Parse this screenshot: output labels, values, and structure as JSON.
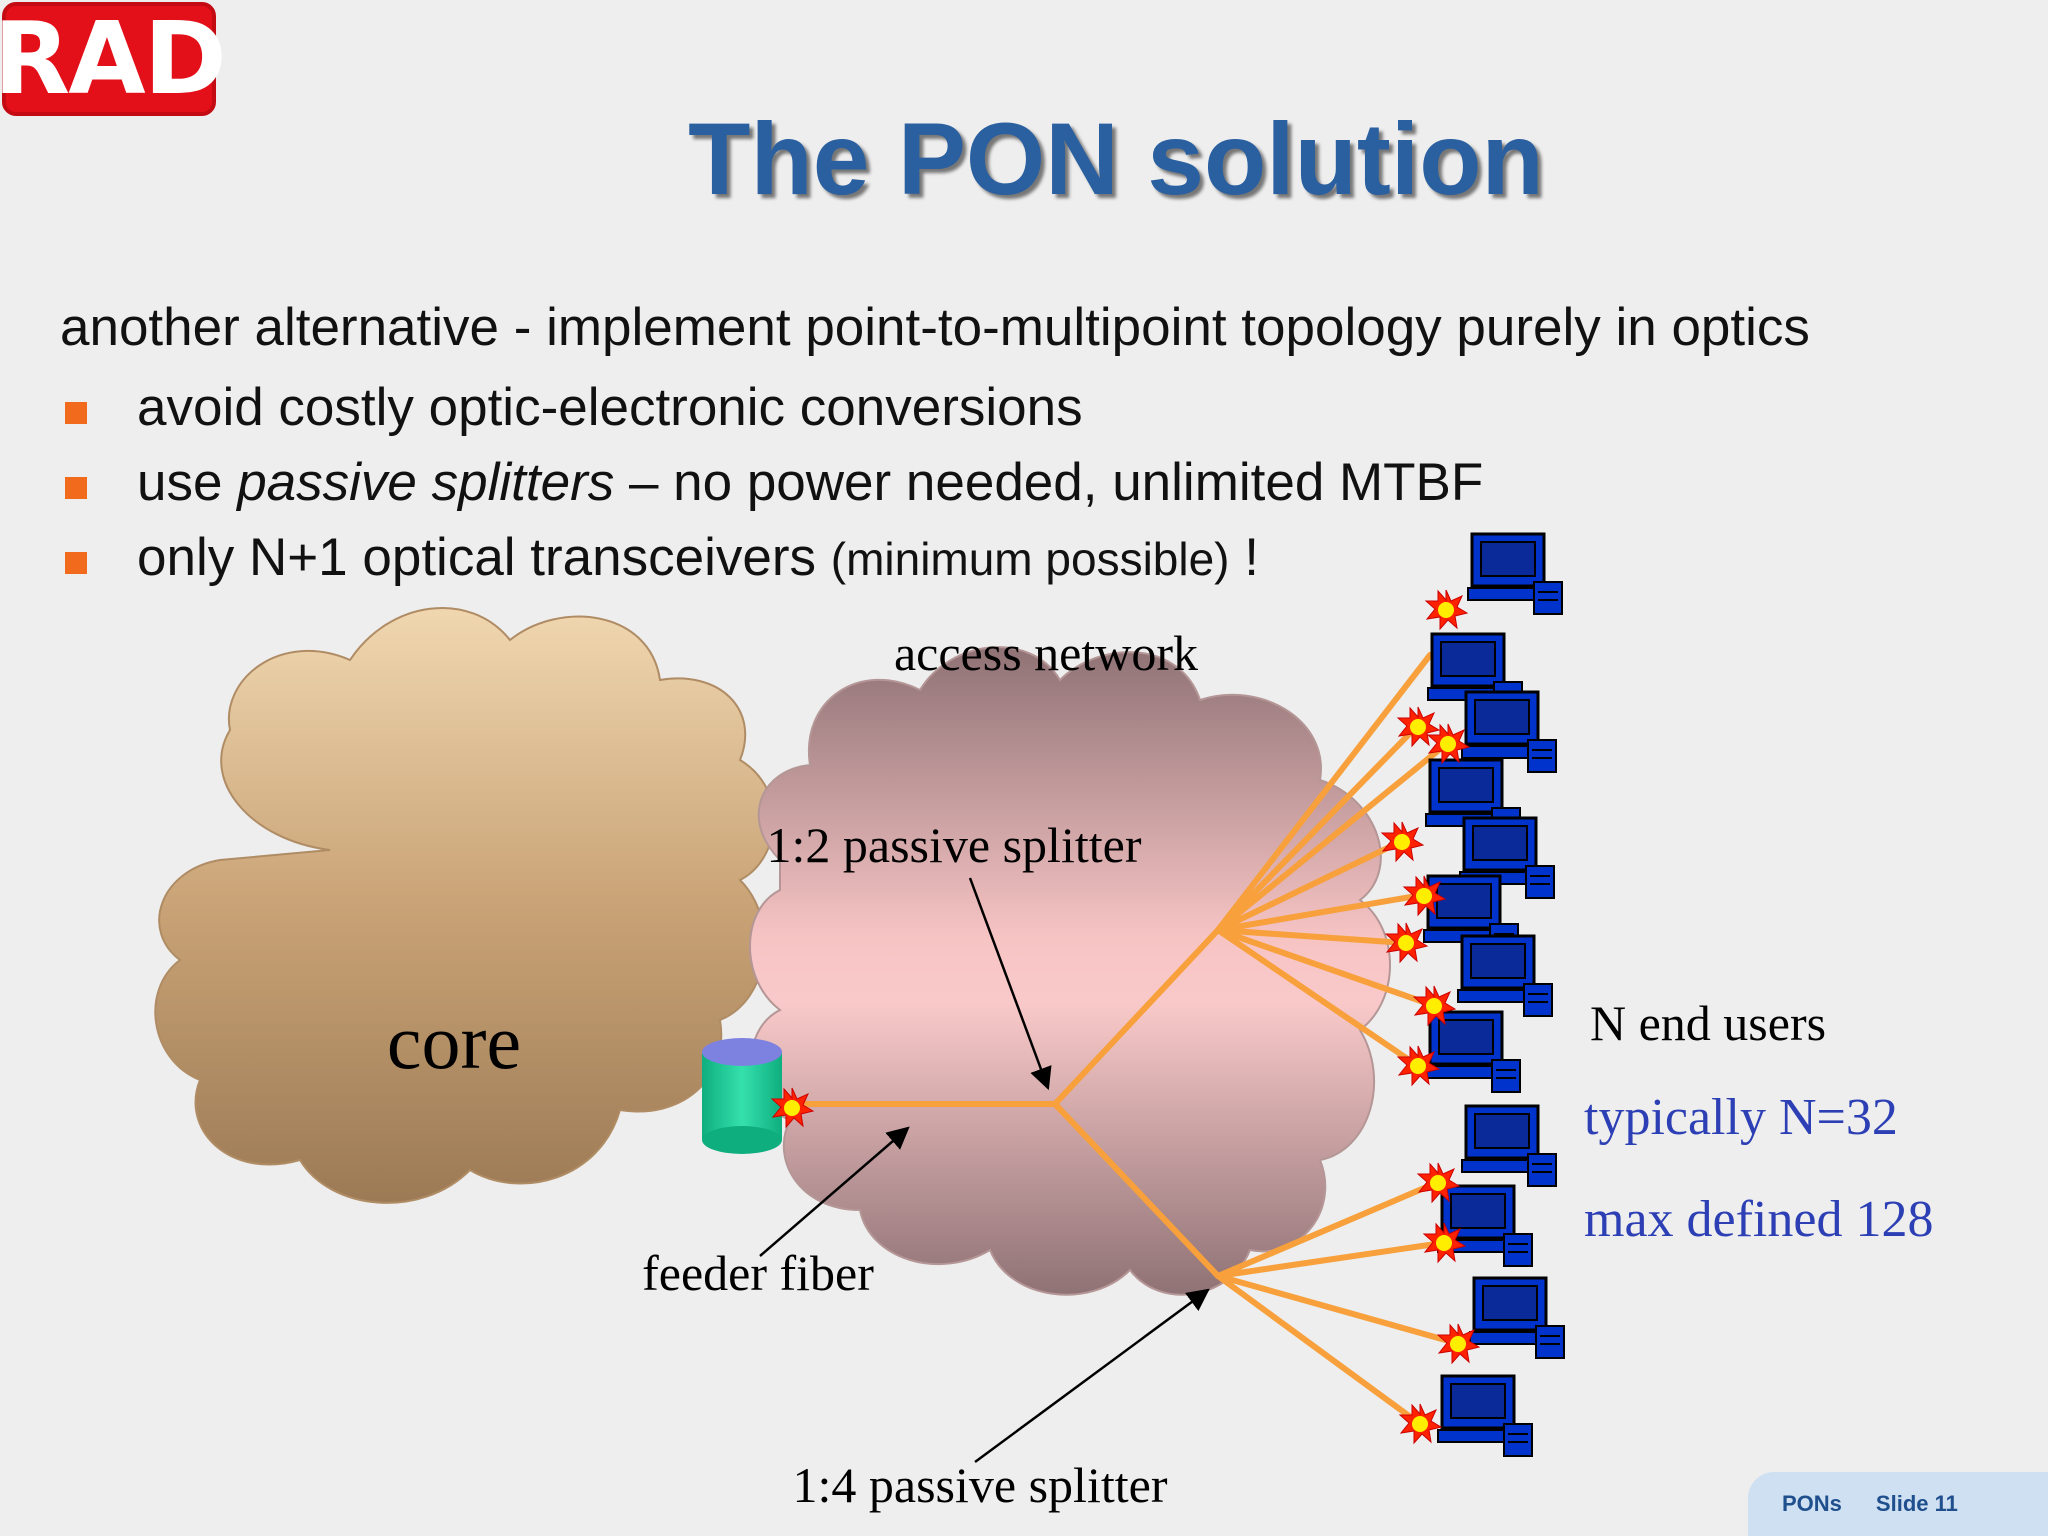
{
  "logo": "RAD",
  "title": "The PON solution",
  "intro": "another alternative - implement point-to-multipoint topology purely in optics",
  "bullets": [
    {
      "text": "avoid costly optic-electronic conversions"
    },
    {
      "pre": "use ",
      "italic": "passive splitters",
      "post": " – no power needed, unlimited MTBF"
    },
    {
      "pre": "only N+1 optical transceivers ",
      "small": "(minimum possible)",
      "post": " !"
    }
  ],
  "diagram": {
    "core_label": "core",
    "access_network_label": "access network",
    "splitter_1_2_label": "1:2 passive splitter",
    "splitter_1_4_label": "1:4 passive splitter",
    "feeder_label": "feeder fiber",
    "end_users_label": "N end users",
    "typical_label": "typically N=32",
    "max_label": "max defined 128"
  },
  "colors": {
    "title": "#2a5fa0",
    "bullet": "#f26a1b",
    "fiber": "#f7a03c",
    "note_blue": "#2c3fb5",
    "logo_red": "#e3101a"
  },
  "footer": {
    "section": "PONs",
    "slide": "Slide 11"
  }
}
